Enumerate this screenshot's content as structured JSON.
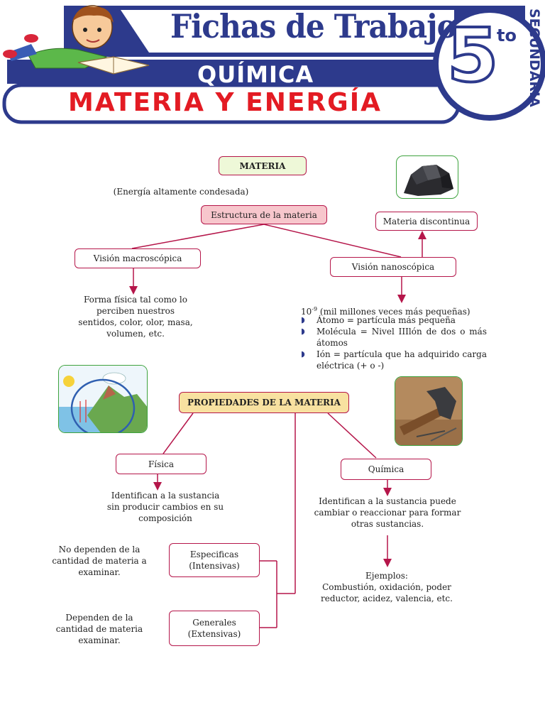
{
  "header": {
    "series_title": "Fichas de Trabajo",
    "subject": "QUÍMICA",
    "topic": "MATERIA Y ENERGÍA",
    "grade_number": "5",
    "grade_suffix": "to",
    "level": "SECUNDARIA"
  },
  "colors": {
    "brand_blue": "#2d3a8c",
    "title_red": "#e31b23",
    "border_magenta": "#b5164a",
    "photo_border": "#3ea33e"
  },
  "map1": {
    "root": "MATERIA",
    "root_note": "(Energía altamente condesada)",
    "structure": "Estructura de la materia",
    "macro": "Visión macroscópica",
    "macro_desc": "Forma física tal como lo perciben nuestros sentidos, color, olor, masa, volumen, etc.",
    "nano": "Visión nanoscópica",
    "discontinuous": "Materia discontinua",
    "nano_intro_base": "10",
    "nano_intro_exp": "-9",
    "nano_intro_rest": " (mil millones veces más pequeñas)",
    "nano_items": [
      "Átomo = partícula más pequeña",
      "Molécula = Nivel IIIlón de dos o más átomos",
      "Ión = partícula que ha adquirido carga eléctrica (+ o -)"
    ]
  },
  "map2": {
    "root": "PROPIEDADES DE LA MATERIA",
    "physical": "Física",
    "physical_desc": "Identifican a la sustancia sin producir cambios en su composición",
    "chemical": "Química",
    "chemical_desc": "Identifican a la sustancia puede cambiar o reaccionar para formar otras sustancias.",
    "examples_label": "Ejemplos:",
    "examples": "Combustión, oxidación, poder reductor, acidez, valencia, etc.",
    "specific": "Especificas (Intensivas)",
    "specific_desc": "No dependen de la cantidad de materia a examinar.",
    "general": "Generales (Extensivas)",
    "general_desc": "Dependen de la cantidad de materia examinar."
  },
  "images": {
    "coal": "coal-rock-photo",
    "water_cycle": "water-cycle-illustration",
    "hammer": "hammer-and-nails-photo"
  }
}
